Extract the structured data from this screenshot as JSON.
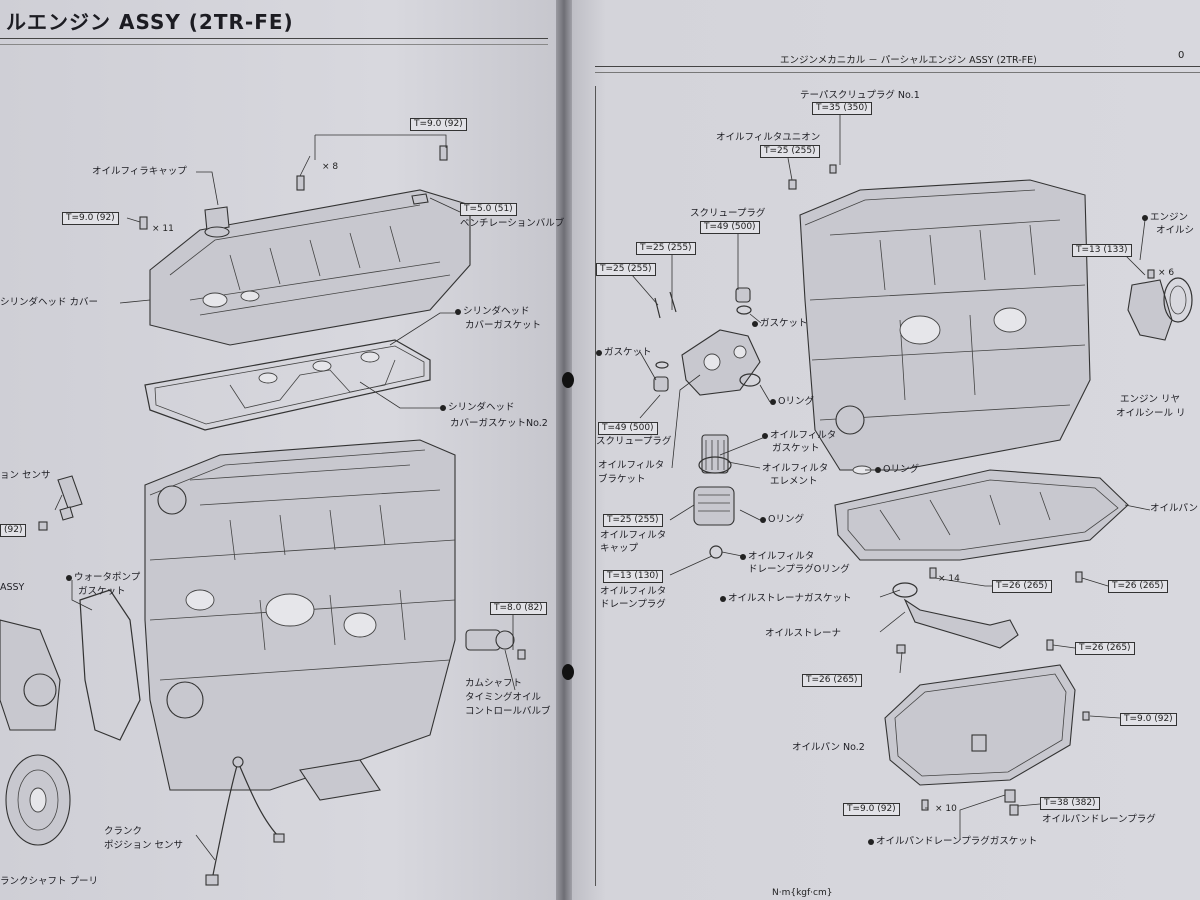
{
  "left_page": {
    "title": "ルエンジン ASSY (2TR-FE)",
    "labels": {
      "oil_filler_cap": "オイルフィラキャップ",
      "ventilation_valve": "ベンチレーションバルブ",
      "cyl_head_cover": "シリンダヘッド カバー",
      "cover_gasket_1": "シリンダヘッド",
      "cover_gasket_2": "カバーガスケット",
      "cover_gasket_no2_1": "シリンダヘッド",
      "cover_gasket_no2_2": "カバーガスケットNo.2",
      "sensor_partial": "ョン センサ",
      "assy_partial": "ASSY",
      "water_pump_gasket_1": "ウォータポンプ",
      "water_pump_gasket_2": "ガスケット",
      "camshaft_valve_1": "カムシャフト",
      "camshaft_valve_2": "タイミングオイル",
      "camshaft_valve_3": "コントロールバルブ",
      "crank_sensor_1": "クランク",
      "crank_sensor_2": "ポジション センサ",
      "crank_pulley": "ランクシャフト プーリ"
    },
    "torques": {
      "top": "T=9.0 (92)",
      "vent": "T=5.0 (51)",
      "left": "T=9.0 (92)",
      "partial": "(92)",
      "cam": "T=8.0 (82)"
    },
    "multipliers": {
      "x8": "× 8",
      "x11": "× 11"
    }
  },
  "right_page": {
    "header": "エンジンメカニカル － パーシャルエンジン ASSY (2TR-FE)",
    "page_number": "0",
    "labels": {
      "taper_plug": "テーパスクリュプラグ No.1",
      "oil_filter_union": "オイルフィルタユニオン",
      "screw_plug_top": "スクリュープラグ",
      "gasket_1": "ガスケット",
      "gasket_2": "ガスケット",
      "oring_1": "Oリング",
      "screw_plug_bottom": "スクリュープラグ",
      "oil_filter_gasket_1": "オイルフィルタ",
      "oil_filter_gasket_2": "ガスケット",
      "bracket_1": "オイルフィルタ",
      "bracket_2": "ブラケット",
      "element_1": "オイルフィルタ",
      "element_2": "エレメント",
      "oring_2": "Oリング",
      "filter_cap_1": "オイルフィルタ",
      "filter_cap_2": "キャップ",
      "drain_oring_1": "オイルフィルタ",
      "drain_oring_2": "ドレーンプラグOリング",
      "drain_plug_1": "オイルフィルタ",
      "drain_plug_2": "ドレーンプラグ",
      "engine_seal_1": "エンジン",
      "engine_seal_2": "オイルシ",
      "rear_seal_1": "エンジン リヤ",
      "rear_seal_2": "オイルシール リ",
      "oring_3": "Oリング",
      "oil_pan_partial": "オイルパン",
      "strainer_gasket": "オイルストレーナガスケット",
      "strainer": "オイルストレーナ",
      "oil_pan_no2": "オイルパン No.2",
      "drain_plug_pan": "オイルパンドレーンプラグ",
      "drain_plug_gasket": "オイルパンドレーンプラグガスケット",
      "footer_partial": "N·m{kgf·cm}"
    },
    "torques": {
      "taper": "T=35 (350)",
      "union": "T=25 (255)",
      "screw": "T=49 (500)",
      "t25a": "T=25 (255)",
      "t25b": "T=25 (255)",
      "t13right": "T=13 (133)",
      "t49": "T=49 (500)",
      "t25cap": "T=25 (255)",
      "t13": "T=13 (130)",
      "pan1": "T=26 (265)",
      "pan2": "T=26 (265)",
      "pan3": "T=26 (265)",
      "pan4": "T=26 (265)",
      "pan5": "T=9.0 (92)",
      "pan6": "T=9.0 (92)",
      "drain": "T=38 (382)"
    },
    "multipliers": {
      "x14": "× 14",
      "x6": "× 6",
      "x10": "× 10"
    }
  }
}
